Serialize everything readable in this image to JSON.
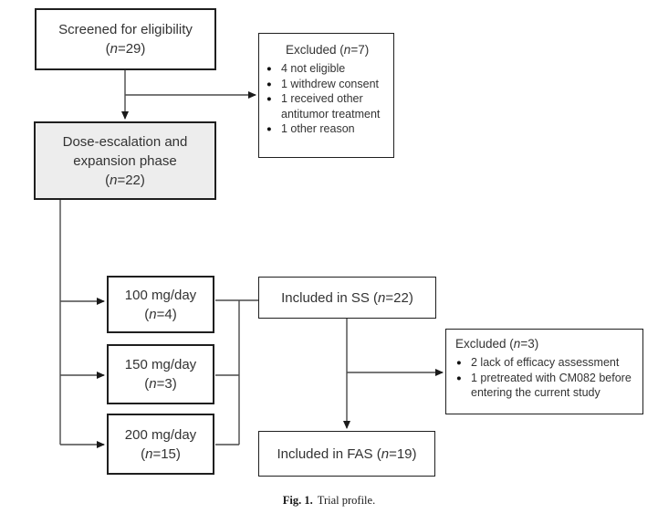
{
  "figure": {
    "screened": {
      "text": "Screened for eligibility",
      "n_pre": "(",
      "n": "n",
      "n_post": "=29)"
    },
    "excluded_screening": {
      "title_pre": "Excluded (",
      "n": "n",
      "title_post": "=7)",
      "items": [
        "4 not eligible",
        "1 withdrew consent",
        "1 received other antitumor treatment",
        "1 other reason"
      ]
    },
    "dose_escalation": {
      "text": "Dose-escalation and expansion phase",
      "n_pre": "(",
      "n": "n",
      "n_post": "=22)"
    },
    "dose_100": {
      "text": "100 mg/day",
      "n_pre": "(",
      "n": "n",
      "n_post": "=4)"
    },
    "dose_150": {
      "text": "150 mg/day",
      "n_pre": "(",
      "n": "n",
      "n_post": "=3)"
    },
    "dose_200": {
      "text": "200 mg/day",
      "n_pre": "(",
      "n": "n",
      "n_post": "=15)"
    },
    "ss": {
      "text_pre": "Included in SS (",
      "n": "n",
      "text_post": "=22)"
    },
    "excluded_analysis": {
      "title_pre": "Excluded (",
      "n": "n",
      "title_post": "=3)",
      "items": [
        "2 lack of efficacy assessment",
        "1 pretreated with CM082 before entering the current study"
      ]
    },
    "fas": {
      "text_pre": "Included in FAS (",
      "n": "n",
      "text_post": "=19)"
    },
    "caption": {
      "label": "Fig. 1.",
      "text": "Trial profile."
    },
    "colors": {
      "line": "#4a4a4a",
      "border": "#1f1f1f",
      "shaded_fill": "#ededed"
    }
  }
}
